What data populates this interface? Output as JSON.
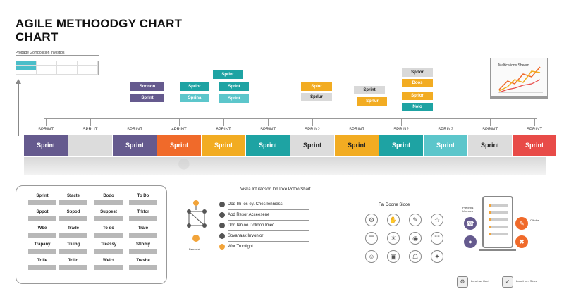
{
  "header": {
    "title_line1": "AGILE METHOODGY CHART",
    "title_line2": "CHART",
    "subtitle": "Prodage Gomposition Invostios"
  },
  "colors": {
    "purple": "#655a8e",
    "grey": "#dcdcdc",
    "orange": "#f06a2a",
    "yellow": "#f2ac22",
    "teal": "#1ea3a3",
    "light_teal": "#5cc6cb",
    "red": "#e84b48"
  },
  "tags": [
    {
      "label": "Soonon",
      "color": "#655a8e",
      "dark": false
    },
    {
      "label": "Sprint",
      "color": "#655a8e",
      "dark": false
    },
    {
      "label": "Sprior",
      "color": "#1ea3a3",
      "dark": false
    },
    {
      "label": "Sprina",
      "color": "#5cc6cb",
      "dark": false
    },
    {
      "label": "Sprint",
      "color": "#1ea3a3",
      "dark": false
    },
    {
      "label": "Sprint",
      "color": "#1ea3a3",
      "dark": false
    },
    {
      "label": "Sprint",
      "color": "#5cc6cb",
      "dark": false
    },
    {
      "label": "Splor",
      "color": "#f2ac22",
      "dark": false
    },
    {
      "label": "Sprlur",
      "color": "#d9d9d9",
      "dark": true
    },
    {
      "label": "Sprint",
      "color": "#d9d9d9",
      "dark": true
    },
    {
      "label": "Sprlur",
      "color": "#f2ac22",
      "dark": false
    },
    {
      "label": "Sprlor",
      "color": "#d9d9d9",
      "dark": true
    },
    {
      "label": "Doos",
      "color": "#f2ac22",
      "dark": false
    },
    {
      "label": "Sprior",
      "color": "#f2ac22",
      "dark": false
    },
    {
      "label": "Nolo",
      "color": "#1ea3a3",
      "dark": false
    }
  ],
  "timeline": {
    "labels": [
      "SPRINT",
      "SPRLIT",
      "SPRINT",
      "4PRINT",
      "6PRINT",
      "SPRINT",
      "SPRIN2",
      "SPRINT",
      "SPRIN2",
      "SPRIN2",
      "SPRINT",
      "SPRINT"
    ],
    "segments": [
      {
        "label": "Sprint",
        "color": "#655a8e",
        "dark": false
      },
      {
        "label": "",
        "color": "#dcdcdc",
        "dark": true
      },
      {
        "label": "Sprint",
        "color": "#655a8e",
        "dark": false
      },
      {
        "label": "Sprint",
        "color": "#f06a2a",
        "dark": false
      },
      {
        "label": "Sprint",
        "color": "#f2ac22",
        "dark": false
      },
      {
        "label": "Sprint",
        "color": "#1ea3a3",
        "dark": false
      },
      {
        "label": "Sprint",
        "color": "#dcdcdc",
        "dark": true
      },
      {
        "label": "Sprint",
        "color": "#f2ac22",
        "dark": true
      },
      {
        "label": "Sprint",
        "color": "#1ea3a3",
        "dark": false
      },
      {
        "label": "Sprint",
        "color": "#5cc6cb",
        "dark": false
      },
      {
        "label": "Sprint",
        "color": "#dcdcdc",
        "dark": true
      },
      {
        "label": "Sprint",
        "color": "#e84b48",
        "dark": false
      }
    ]
  },
  "chart_panel": {
    "title": "Malticalions Sheern"
  },
  "board": {
    "rows": [
      [
        "Sprint",
        "Stacte",
        "Dodo",
        "To Do"
      ],
      [
        "Sppot",
        "Sppod",
        "Suppest",
        "Trktor"
      ],
      [
        "Wbe",
        "Trade",
        "To do",
        "Tralo"
      ],
      [
        "Trapany",
        "Truing",
        "Treassy",
        "Stlomy"
      ],
      [
        "Trllle",
        "Trillo",
        "Weict",
        "Treshe"
      ]
    ]
  },
  "middle": {
    "title": "Viska Intustosod lon loke Potoo Shart",
    "rows": [
      "Dod Im los ey. Ches Ienniess",
      "Aod Resor Acceesene",
      "Dod Ien oo Dolioon Imed",
      "Sovanaax Irrvonior",
      "Wor Trootight"
    ],
    "network_label": "Benastal"
  },
  "icons_panel": {
    "title": "Fal Doone Sioce",
    "icons": [
      "⚙",
      "✋",
      "✎",
      "☆",
      "☰",
      "☀",
      "◉",
      "☷",
      "☺",
      "▣",
      "☖",
      "✦"
    ]
  },
  "phone_panel": {
    "left_label": "Preprrbs Umnees",
    "right_label": "Cliiolue"
  },
  "legend": [
    {
      "icon": "⚙",
      "text": "Lonsi aw Gaet"
    },
    {
      "icon": "✓",
      "text": "Lonsit hrm Sluee"
    }
  ]
}
